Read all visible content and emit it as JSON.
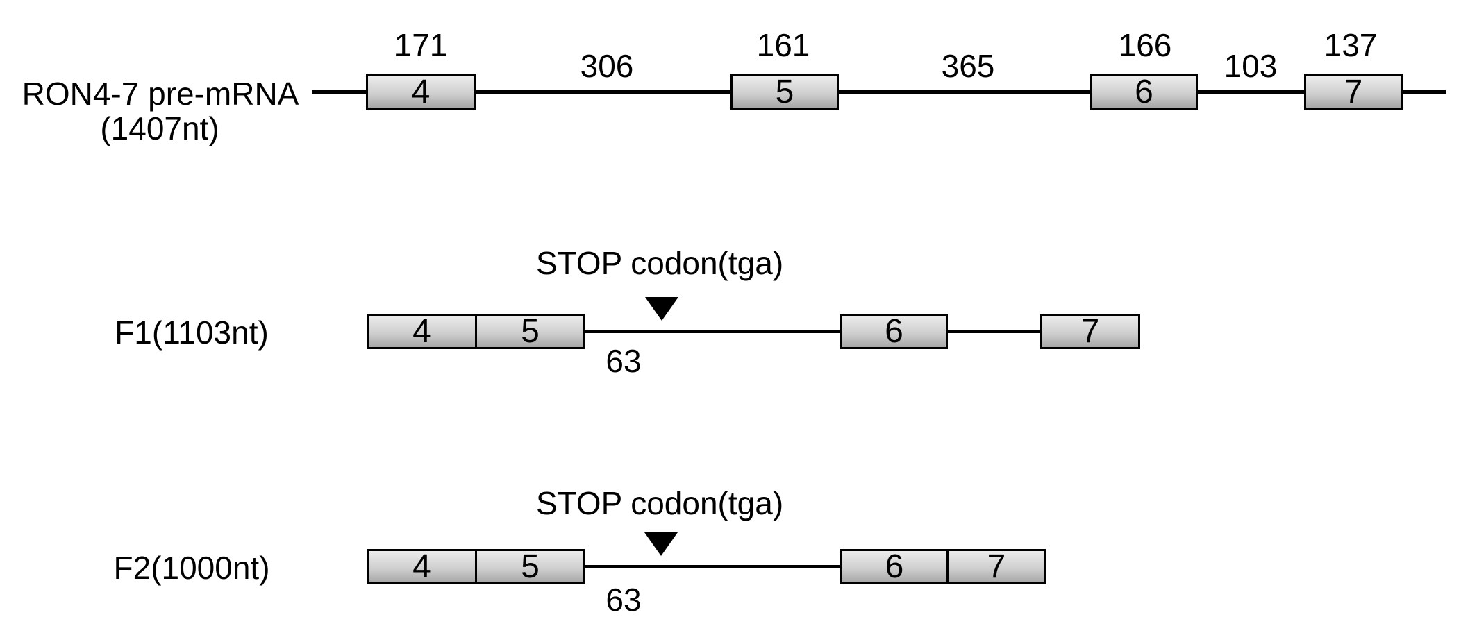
{
  "colors": {
    "background": "#ffffff",
    "box_border": "#000000",
    "box_fill_light": "#ececec",
    "box_fill_dark": "#a8a8a8",
    "line": "#000000",
    "text": "#000000",
    "stop_marker": "#000000"
  },
  "premrna": {
    "label": "RON4-7 pre-mRNA",
    "sublabel": "(1407nt)",
    "exons": [
      {
        "num": "4",
        "size": "171"
      },
      {
        "num": "5",
        "size": "161"
      },
      {
        "num": "6",
        "size": "166"
      },
      {
        "num": "7",
        "size": "137"
      }
    ],
    "introns": [
      {
        "size": "306"
      },
      {
        "size": "365"
      },
      {
        "size": "103"
      }
    ]
  },
  "f1": {
    "label": "F1(1103nt)",
    "stop_label": "STOP codon(tga)",
    "segment_size": "63",
    "exons": [
      {
        "num": "4"
      },
      {
        "num": "5"
      },
      {
        "num": "6"
      },
      {
        "num": "7"
      }
    ]
  },
  "f2": {
    "label": "F2(1000nt)",
    "stop_label": "STOP codon(tga)",
    "segment_size": "63",
    "exons": [
      {
        "num": "4"
      },
      {
        "num": "5"
      },
      {
        "num": "6"
      },
      {
        "num": "7"
      }
    ]
  }
}
